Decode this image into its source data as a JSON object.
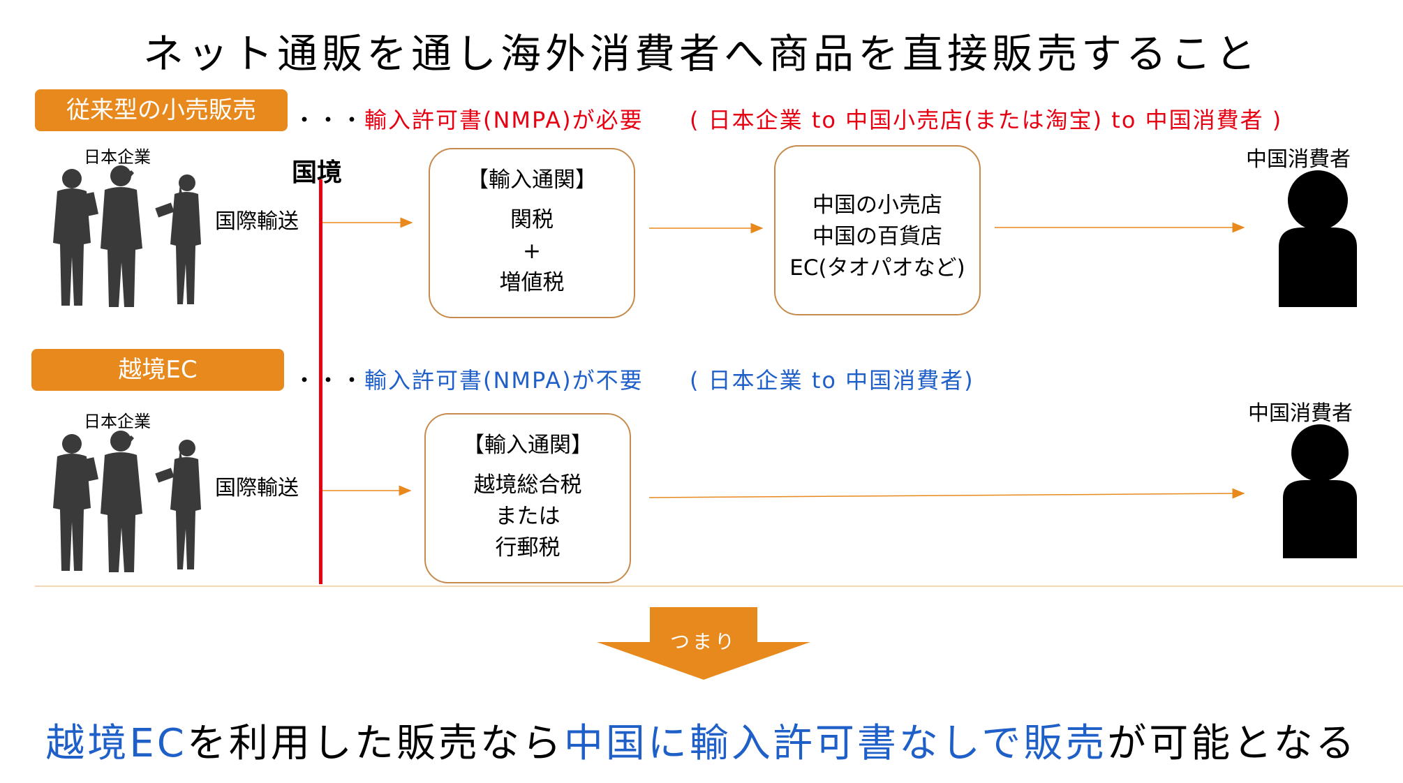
{
  "title": "ネット通販を通し海外消費者へ商品を直接販売すること",
  "traditional": {
    "tag": "従来型の小売販売",
    "dots": "・・・",
    "note_red": "輸入許可書(NMPA)が必要",
    "note_paren": "( 日本企業 to 中国小売店(または淘宝) to 中国消費者 )",
    "company": "日本企業",
    "shipping": "国際輸送",
    "customs_title": "【輸入通関】",
    "customs_lines": [
      "関税",
      "+",
      "増値税"
    ],
    "retail_lines": [
      "中国の小売店",
      "中国の百貨店",
      "EC(タオパオなど)"
    ],
    "consumer": "中国消費者"
  },
  "border_label": "国境",
  "crossborder": {
    "tag": "越境EC",
    "dots": "・・・",
    "note_blue": "輸入許可書(NMPA)が不要",
    "note_paren": "( 日本企業 to 中国消費者)",
    "company": "日本企業",
    "shipping": "国際輸送",
    "customs_title": "【輸入通関】",
    "customs_lines": [
      "越境総合税",
      "または",
      "行郵税"
    ],
    "consumer": "中国消費者"
  },
  "arrow_label": "つまり",
  "conclusion": {
    "p1": "越境EC",
    "p2": "を利用した販売なら",
    "p3": "中国に輸入許可書なしで販売",
    "p4": "が可能となる"
  },
  "colors": {
    "orange": "#e8891e",
    "red": "#e60012",
    "blue": "#1f5fc8",
    "box_border": "#c58a4c",
    "arrow": "#e8891e"
  }
}
